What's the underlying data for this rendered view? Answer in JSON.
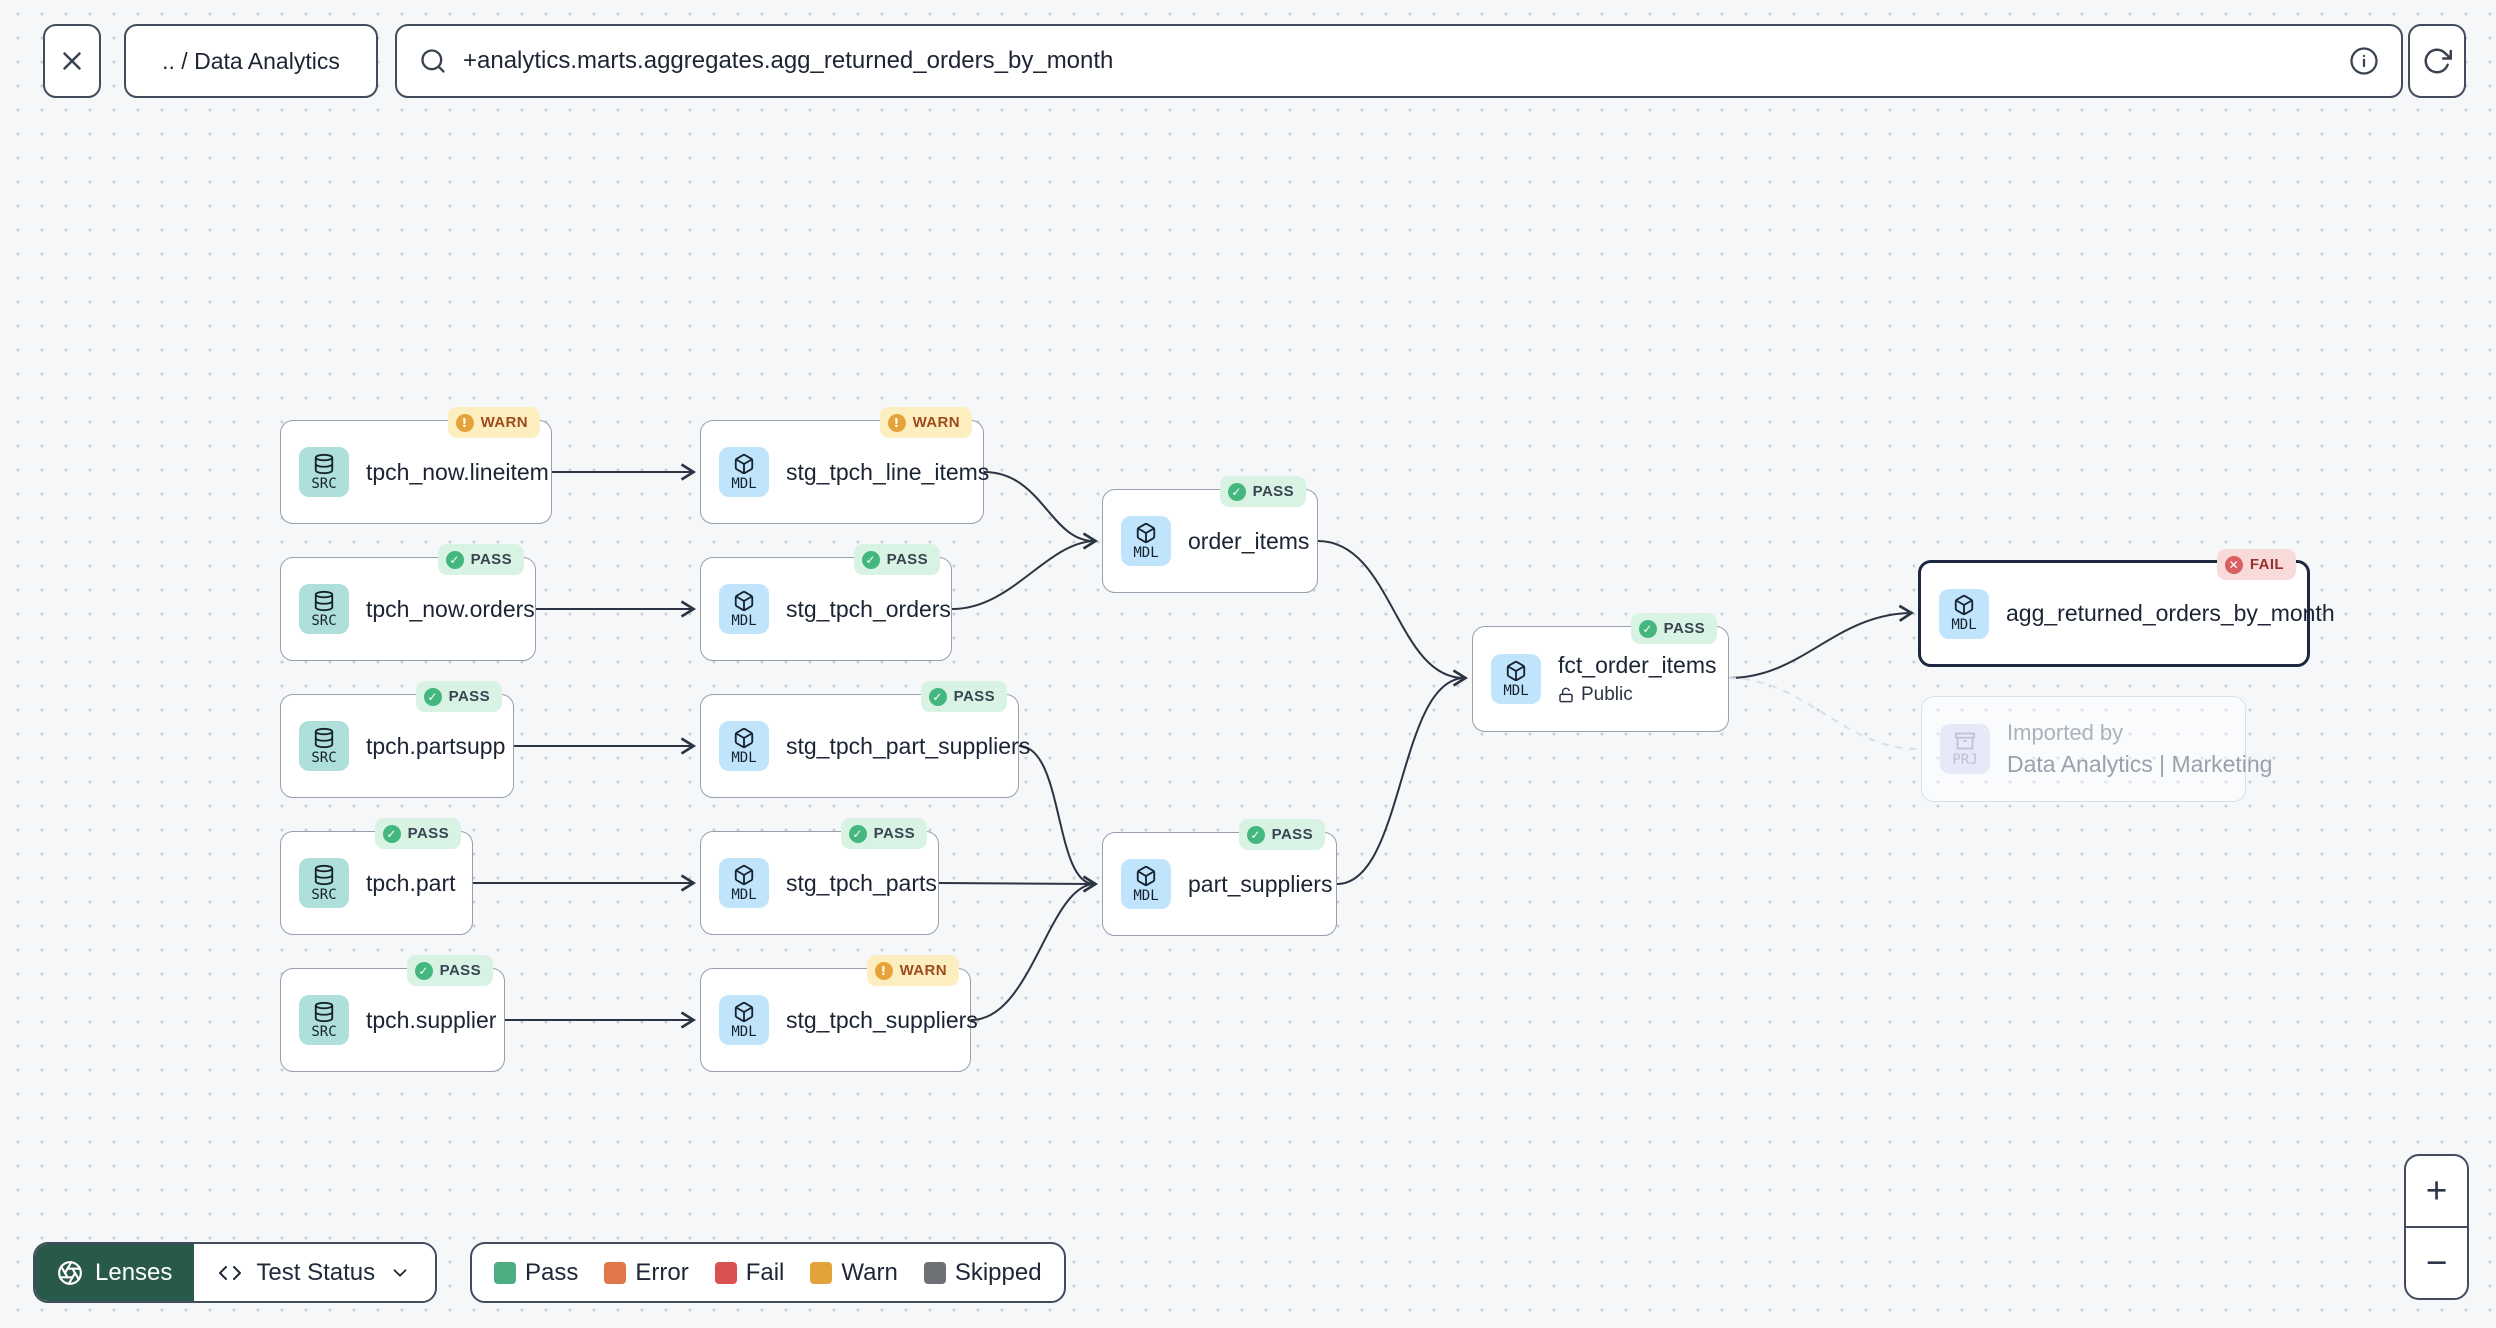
{
  "toolbar": {
    "breadcrumb": ".. / Data Analytics",
    "search_value": "+analytics.marts.aggregates.agg_returned_orders_by_month",
    "icons": [
      "close-icon",
      "search-icon",
      "info-icon",
      "refresh-icon"
    ]
  },
  "graph": {
    "nodes": [
      {
        "label": "tpch_now.lineitem",
        "type": "SRC",
        "status": "WARN"
      },
      {
        "label": "stg_tpch_line_items",
        "type": "MDL",
        "status": "WARN"
      },
      {
        "label": "tpch_now.orders",
        "type": "SRC",
        "status": "PASS"
      },
      {
        "label": "stg_tpch_orders",
        "type": "MDL",
        "status": "PASS"
      },
      {
        "label": "tpch.partsupp",
        "type": "SRC",
        "status": "PASS"
      },
      {
        "label": "stg_tpch_part_suppliers",
        "type": "MDL",
        "status": "PASS"
      },
      {
        "label": "tpch.part",
        "type": "SRC",
        "status": "PASS"
      },
      {
        "label": "stg_tpch_parts",
        "type": "MDL",
        "status": "PASS"
      },
      {
        "label": "tpch.supplier",
        "type": "SRC",
        "status": "PASS"
      },
      {
        "label": "stg_tpch_suppliers",
        "type": "MDL",
        "status": "WARN"
      },
      {
        "label": "order_items",
        "type": "MDL",
        "status": "PASS"
      },
      {
        "label": "part_suppliers",
        "type": "MDL",
        "status": "PASS"
      },
      {
        "label": "fct_order_items",
        "type": "MDL",
        "status": "PASS",
        "visibility": "Public"
      },
      {
        "label": "agg_returned_orders_by_month",
        "type": "MDL",
        "status": "FAIL",
        "selected": true
      },
      {
        "type": "PRJ",
        "line1": "Imported by",
        "line2": "Data Analytics | Marketing",
        "faded": true
      }
    ]
  },
  "footer": {
    "lenses_label": "Lenses",
    "lens_selected": "Test Status",
    "legend": [
      {
        "label": "Pass",
        "color": "#4cae80"
      },
      {
        "label": "Error",
        "color": "#e0764a"
      },
      {
        "label": "Fail",
        "color": "#da5151"
      },
      {
        "label": "Warn",
        "color": "#e3a33a"
      },
      {
        "label": "Skipped",
        "color": "#6e7176"
      }
    ]
  },
  "zoom_controls": {
    "zoom_in": "+",
    "zoom_out": "−"
  }
}
